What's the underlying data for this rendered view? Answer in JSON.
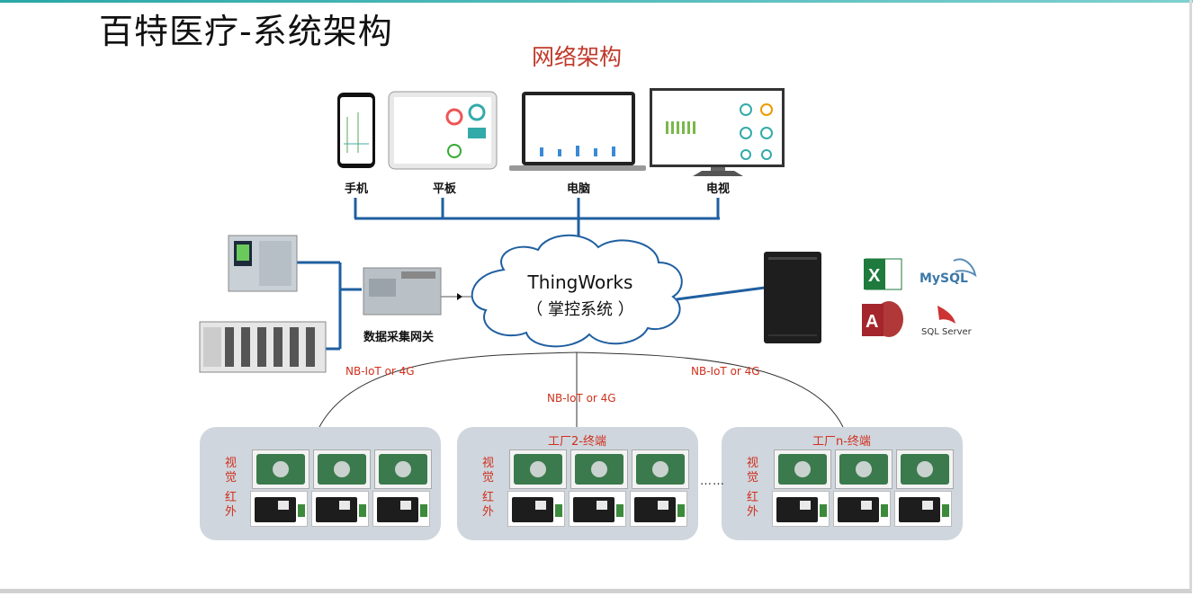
{
  "title": "百特医疗-系统架构",
  "subtitle": "网络架构",
  "devices": {
    "phone": "手机",
    "tablet": "平板",
    "computer": "电脑",
    "tv": "电视"
  },
  "cloud": {
    "line1": "ThingWorks",
    "line2": "（ 掌控系统 ）"
  },
  "gateway_label": "数据采集网关",
  "links": {
    "left": "NB-IoT or 4G",
    "center": "NB-IoT or 4G",
    "right": "NB-IoT or 4G"
  },
  "panels": [
    {
      "title": "",
      "vision": [
        "视",
        "觉"
      ],
      "infrared": [
        "红",
        "外"
      ]
    },
    {
      "title": "工厂2-终端",
      "vision": [
        "视",
        "觉"
      ],
      "infrared": [
        "红",
        "外"
      ]
    },
    {
      "title": "工厂n-终端",
      "vision": [
        "视",
        "觉"
      ],
      "infrared": [
        "红",
        "外"
      ]
    }
  ],
  "ellipsis": "……",
  "db_logos": {
    "mysql": "MySQL",
    "sqlserver": "SQL Server"
  },
  "colors": {
    "line_blue": "#1f5fa0",
    "accent_red": "#d0301c",
    "panel_bg": "#cfd6de"
  }
}
